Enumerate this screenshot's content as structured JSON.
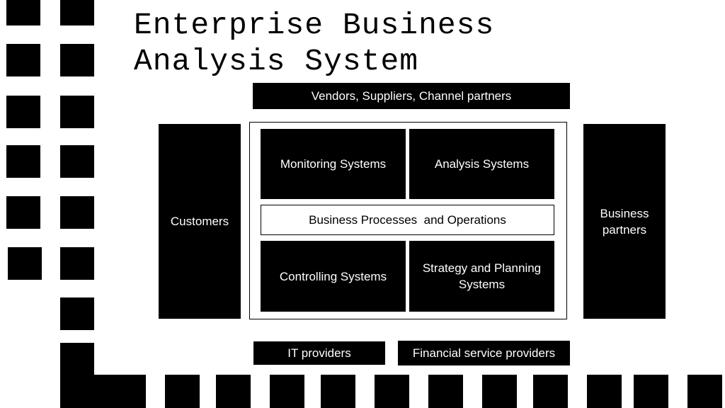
{
  "diagram": {
    "title_lines": [
      "Enterprise Business",
      "Analysis System"
    ],
    "top_bar": "Vendors, Suppliers, Channel partners",
    "left_column": "Customers",
    "right_column": "Business partners",
    "center": {
      "monitoring": "Monitoring Systems",
      "analysis": "Analysis Systems",
      "processes": "Business Processes  and Operations",
      "controlling": "Controlling Systems",
      "strategy": "Strategy and Planning Systems"
    },
    "bottom_left": "IT providers",
    "bottom_right": "Financial service providers"
  },
  "colors": {
    "background": "#ffffff",
    "foreground": "#000000"
  }
}
